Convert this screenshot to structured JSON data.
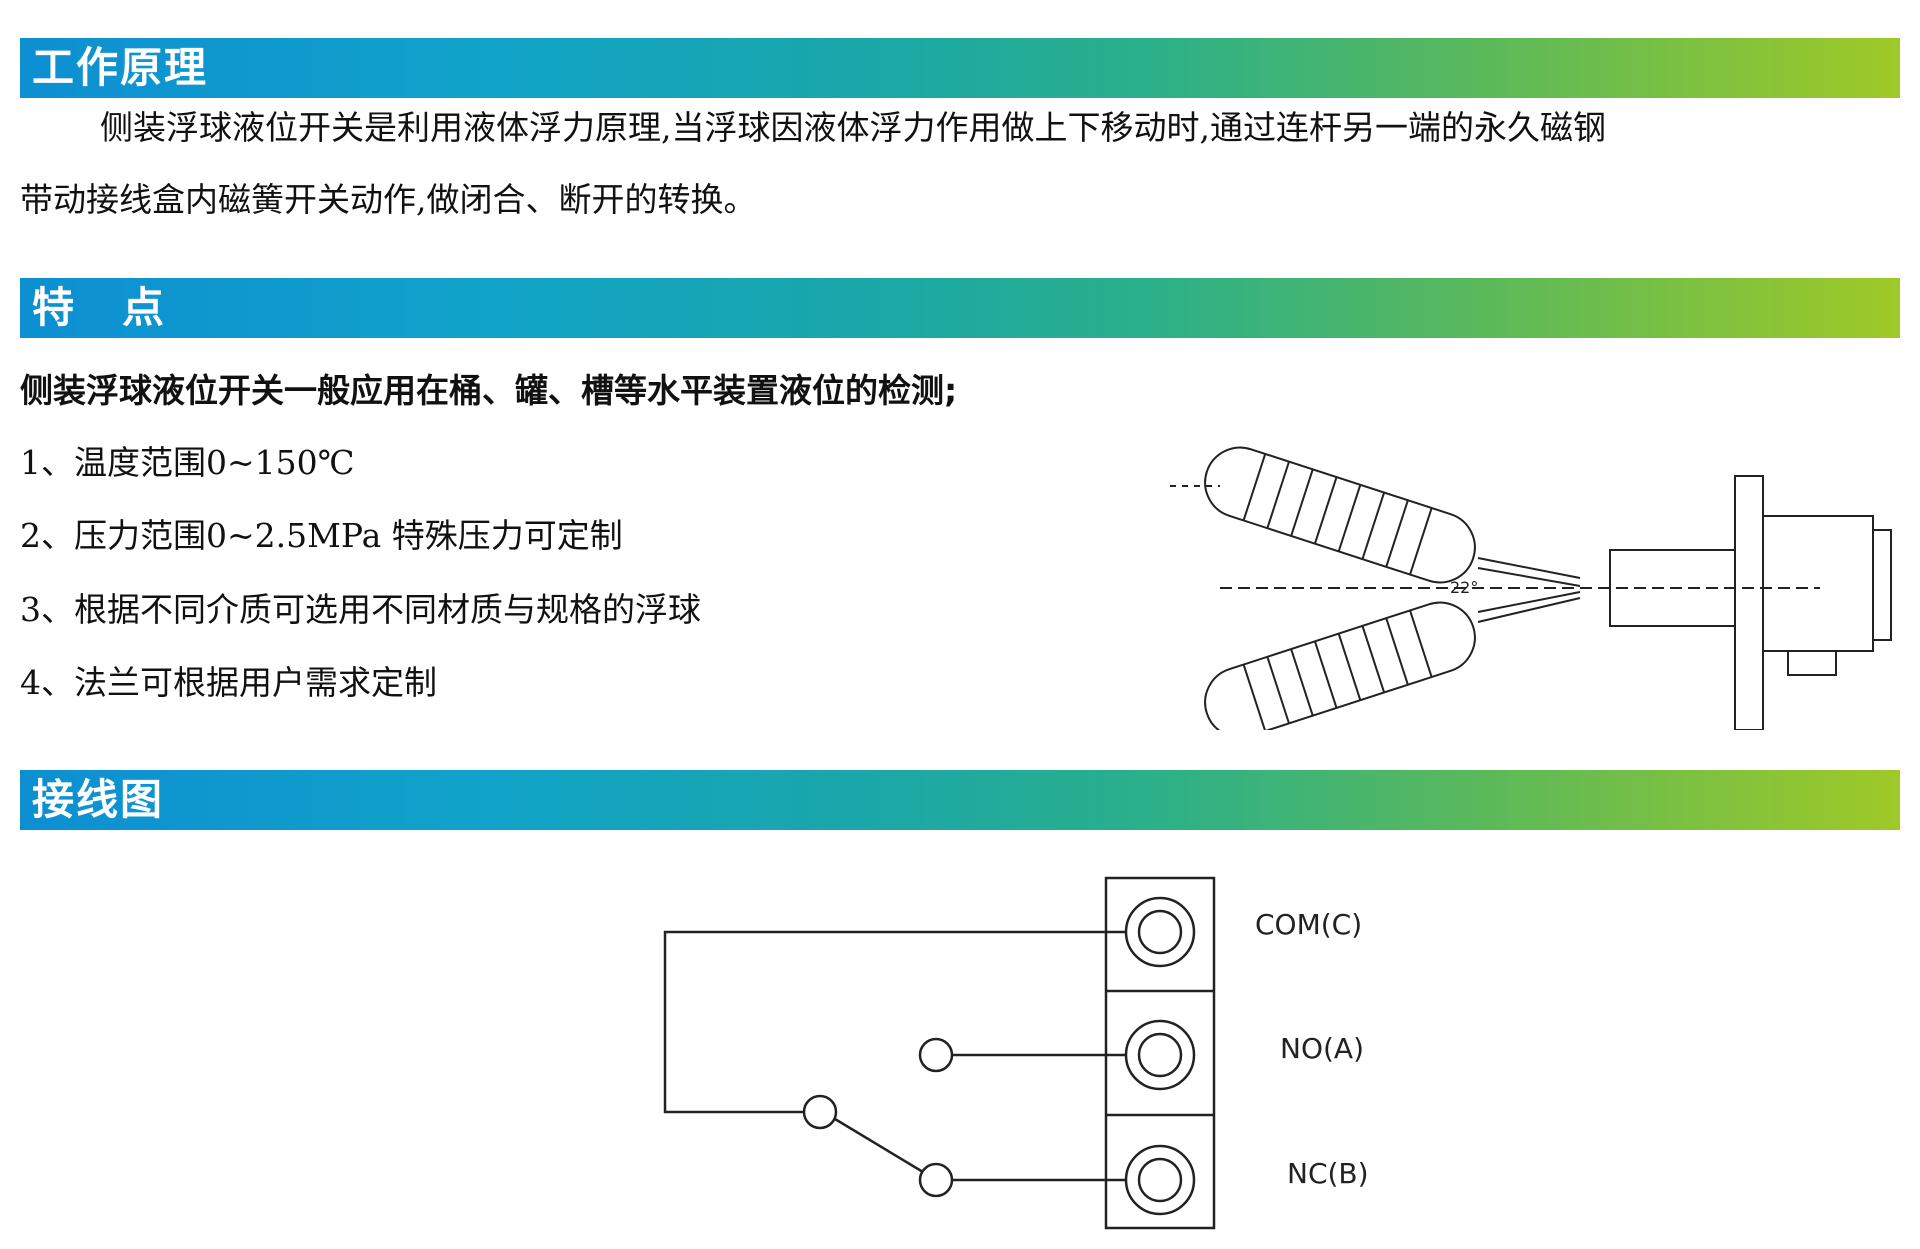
{
  "sections": {
    "principle": {
      "title": "工作原理",
      "line1": "侧装浮球液位开关是利用液体浮力原理,当浮球因液体浮力作用做上下移动时,通过连杆另一端的永久磁钢",
      "line2": "带动接线盒内磁簧开关动作,做闭合、断开的转换。"
    },
    "features": {
      "title": "特点",
      "intro": "侧装浮球液位开关一般应用在桶、罐、槽等水平装置液位的检测;",
      "items": [
        "1、温度范围0~150℃",
        "2、压力范围0~2.5MPa   特殊压力可定制",
        "3、根据不同介质可选用不同材质与规格的浮球",
        "4、法兰可根据用户需求定制"
      ]
    },
    "wiring": {
      "title": "接线图",
      "terminals": [
        "COM(C)",
        "NO(A)",
        "NC(B)"
      ]
    }
  },
  "float_diagram": {
    "angle_label": "22°"
  }
}
